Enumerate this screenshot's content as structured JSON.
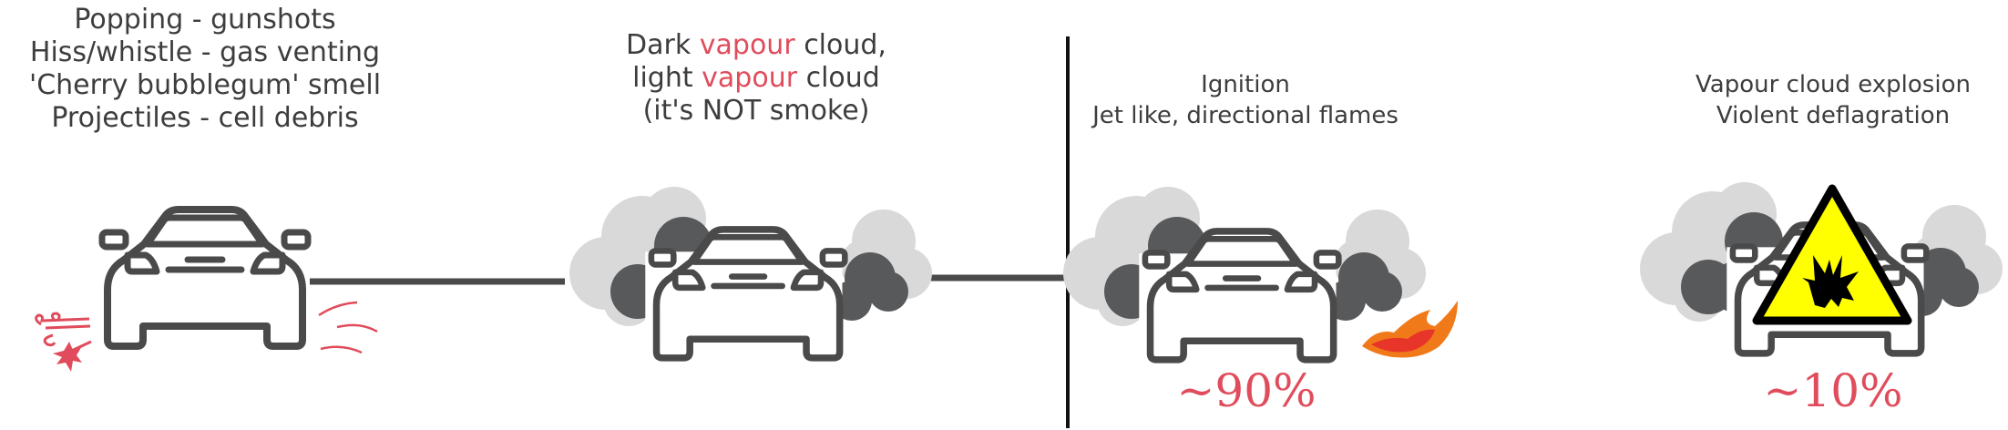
{
  "stages": [
    {
      "lines": [
        "Popping - gunshots",
        "Hiss/whistle - gas venting",
        "'Cherry bubblegum' smell",
        "Projectiles - cell debris"
      ]
    },
    {
      "line1_pre": "Dark ",
      "line1_red": "vapour",
      "line1_post": " cloud,",
      "line2_pre": "light ",
      "line2_red": "vapour",
      "line2_post": " cloud",
      "line3": "(it's NOT smoke)"
    },
    {
      "lines": [
        "Ignition",
        "Jet like, directional flames"
      ],
      "percent": "~90%"
    },
    {
      "lines": [
        "Vapour cloud explosion",
        "Violent deflagration"
      ],
      "percent": "~10%"
    }
  ],
  "colors": {
    "text": "#3d3d3d",
    "accent": "#e04c5c",
    "car": "#4a4a4a",
    "cloud_light": "#d9d9d9",
    "cloud_dark": "#58595b",
    "warning": "#ffff00"
  }
}
